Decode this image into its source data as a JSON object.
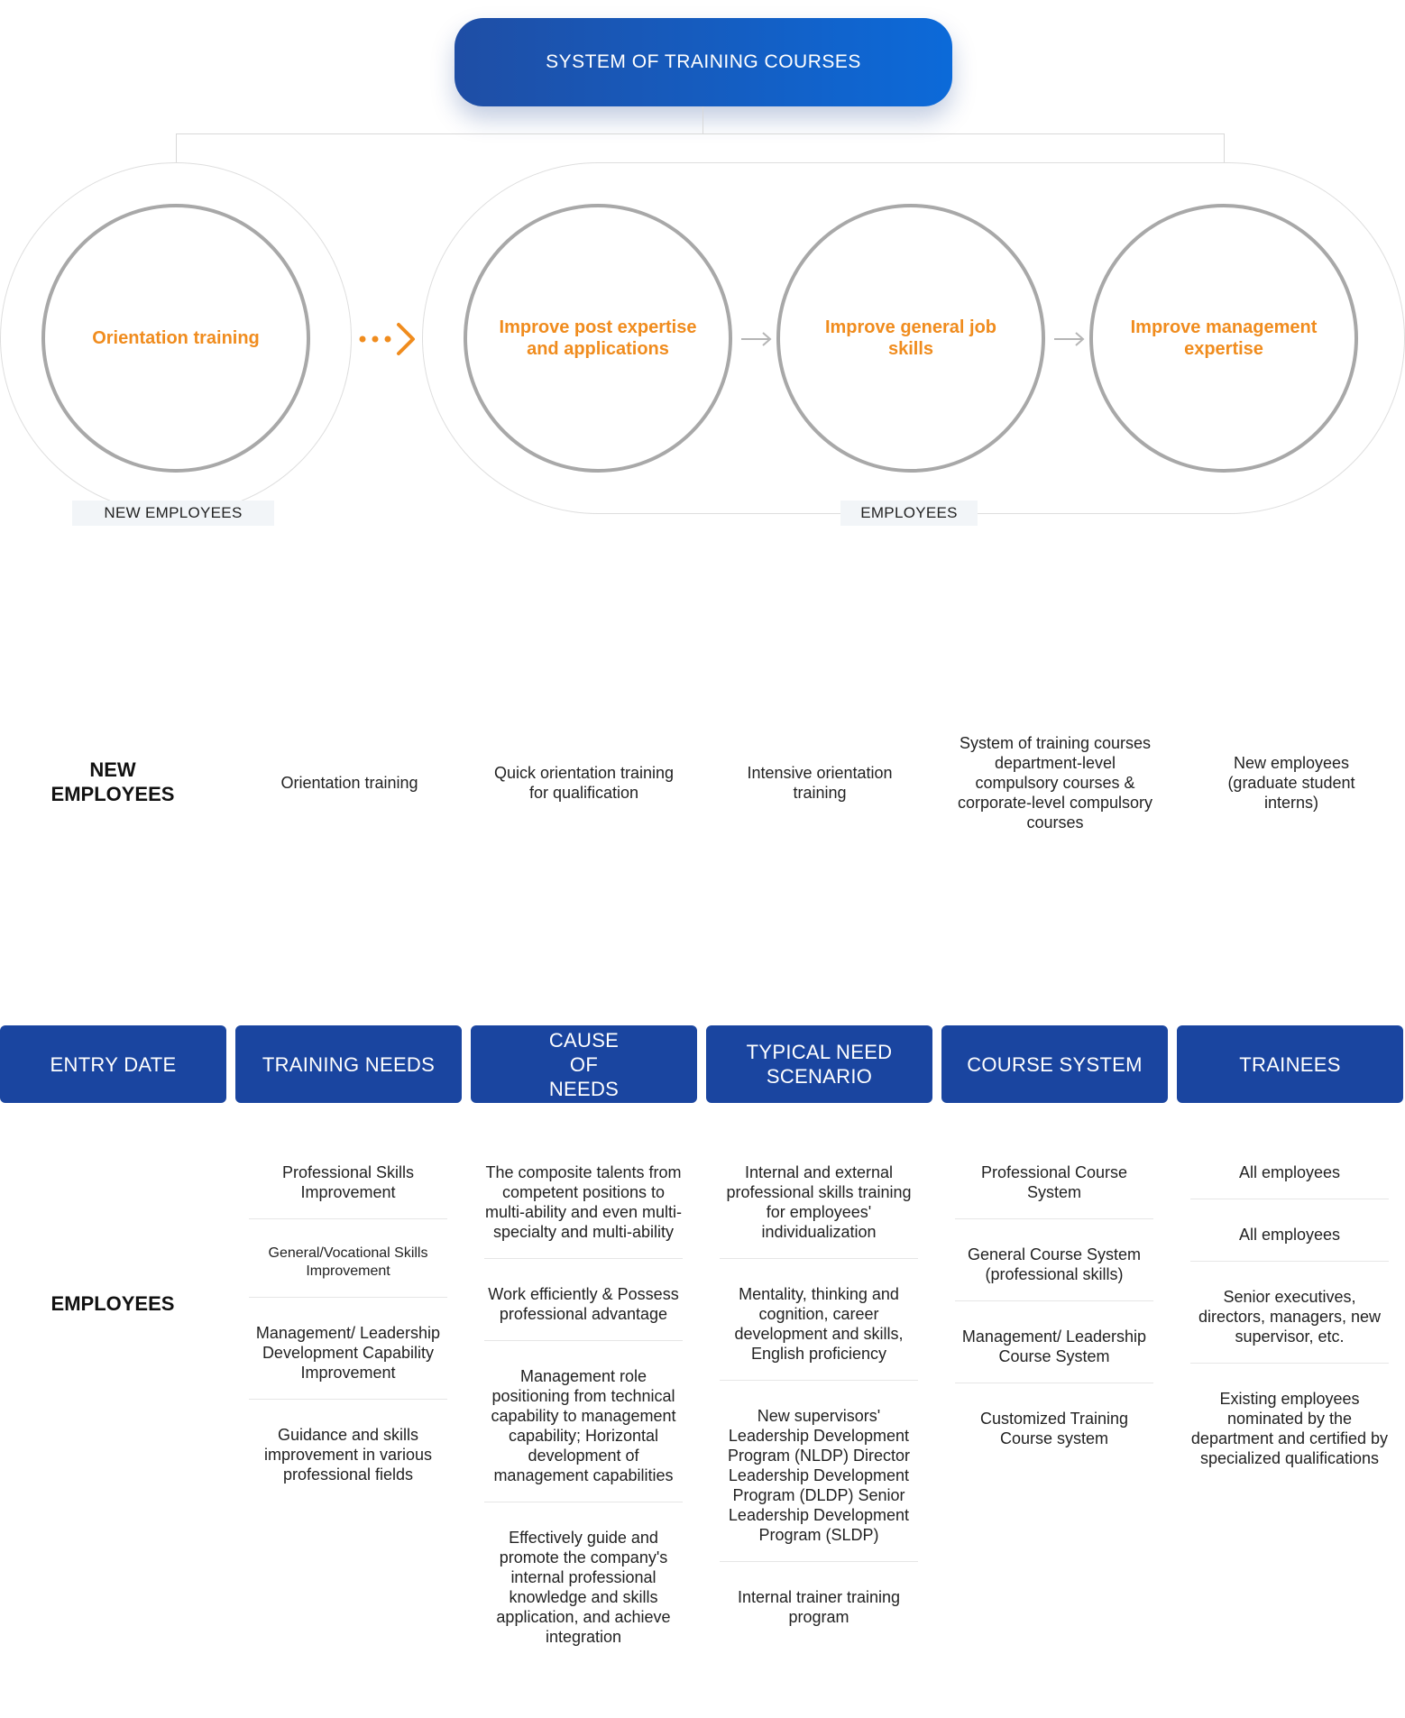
{
  "top": {
    "title": "SYSTEM OF TRAINING COURSES"
  },
  "flow": {
    "circles": [
      "Orientation training",
      "Improve post expertise and applications",
      "Improve general job skills",
      "Improve management expertise"
    ],
    "groups": {
      "new": "NEW EMPLOYEES",
      "employees": "EMPLOYEES"
    }
  },
  "new_row": {
    "label": "NEW EMPLOYEES",
    "cells": [
      "Orientation training",
      "Quick orientation training for qualification",
      "Intensive orientation training",
      "System of training courses department-level compulsory courses & corporate-level compulsory courses",
      "New employees (graduate student interns)"
    ]
  },
  "headers": [
    "ENTRY DATE",
    "TRAINING NEEDS",
    "CAUSE OF NEEDS",
    "TYPICAL NEED SCENARIO",
    "COURSE SYSTEM",
    "TRAINEES"
  ],
  "employees": {
    "label": "EMPLOYEES",
    "training_needs": [
      "Professional Skills Improvement",
      "General/Vocational Skills Improvement",
      "Management/ Leadership Development Capability Improvement",
      "Guidance and skills improvement in various professional fields"
    ],
    "cause_of_needs": [
      "The composite talents from competent positions to multi-ability and even multi-specialty and multi-ability",
      "Work efficiently & Possess professional advantage",
      "Management role positioning from technical capability to management capability; Horizontal development of management capabilities",
      "Effectively guide and promote the company's internal professional knowledge and skills application, and achieve integration"
    ],
    "scenarios": [
      "Internal and external professional skills training for employees' individualization",
      "Mentality, thinking and cognition, career development and skills, English proficiency",
      "New supervisors' Leadership Development Program (NLDP) Director Leadership Development Program (DLDP) Senior Leadership Development Program (SLDP)",
      "Internal trainer training program"
    ],
    "course_system": [
      "Professional Course System",
      "General Course System (professional skills)",
      "Management/ Leadership Course System",
      "Customized Training Course system"
    ],
    "trainees": [
      "All employees",
      "All employees",
      "Senior executives, directors, managers, new supervisor, etc.",
      "Existing employees nominated by the department and certified by specialized qualifications"
    ]
  },
  "colors": {
    "accent": "#f08c1e",
    "header": "#1a45a0"
  },
  "icons": [
    "dotted-arrow-icon",
    "arrow-right-icon"
  ]
}
